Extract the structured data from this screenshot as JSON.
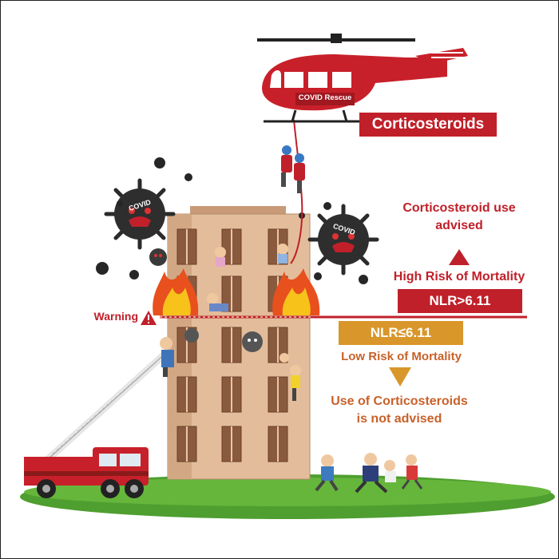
{
  "helicopter": {
    "door_label": "COVID Rescue",
    "badge": "Corticosteroids"
  },
  "virus_label": "COVID",
  "warning": {
    "label": "Warning"
  },
  "high": {
    "advice_line1": "Corticosteroid use",
    "advice_line2": "advised",
    "risk": "High Risk of Mortality",
    "threshold": "NLR>6.11"
  },
  "low": {
    "threshold": "NLR≤6.11",
    "risk": "Low Risk of Mortality",
    "advice_line1": "Use of Corticosteroids",
    "advice_line2": "is not advised"
  },
  "colors": {
    "red": "#c0202a",
    "orange": "#c8612a",
    "gold": "#d9962a",
    "building": "#e0b896",
    "grass": "#4a9a2e"
  }
}
